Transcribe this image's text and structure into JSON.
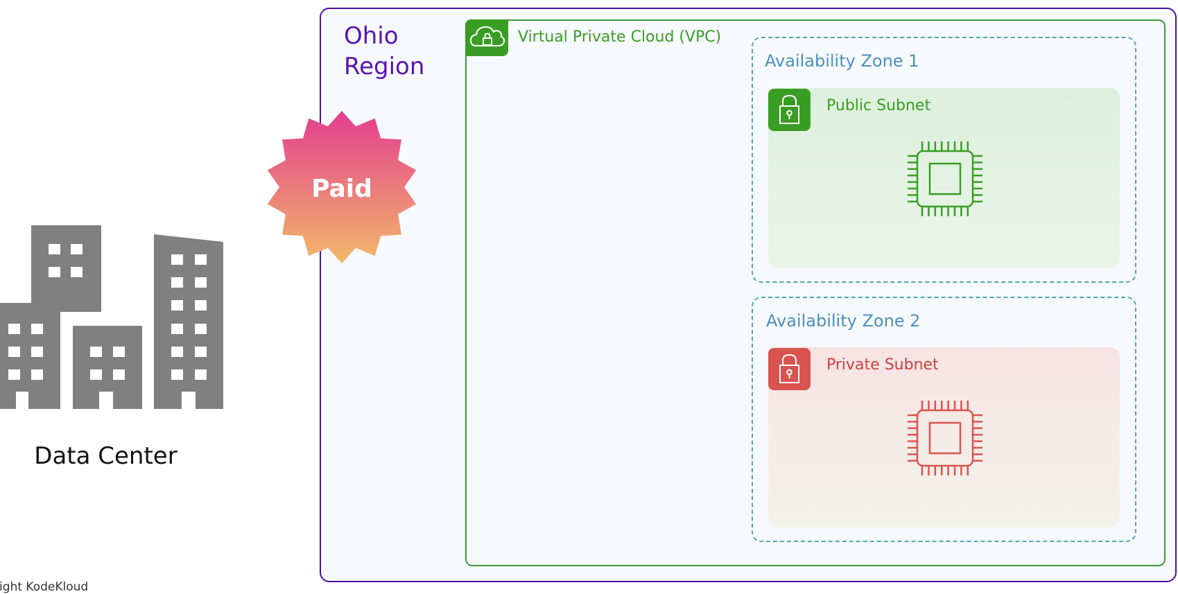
{
  "data_center": {
    "label": "Data Center"
  },
  "copyright": "yright KodeKloud",
  "region": {
    "title_line1": "Ohio",
    "title_line2": "Region",
    "color": "#5b14b0"
  },
  "badge": {
    "label": "Paid"
  },
  "vpc": {
    "label": "Virtual Private Cloud (VPC)",
    "color": "#3a9d23"
  },
  "zones": [
    {
      "label": "Availability Zone 1",
      "subnet": {
        "label": "Public Subnet",
        "color": "#3a9d23",
        "icon": "lock-icon",
        "resource_icon": "ec2-chip-icon"
      }
    },
    {
      "label": "Availability Zone 2",
      "subnet": {
        "label": "Private Subnet",
        "color": "#d9534f",
        "icon": "lock-icon",
        "resource_icon": "ec2-chip-icon"
      }
    }
  ]
}
